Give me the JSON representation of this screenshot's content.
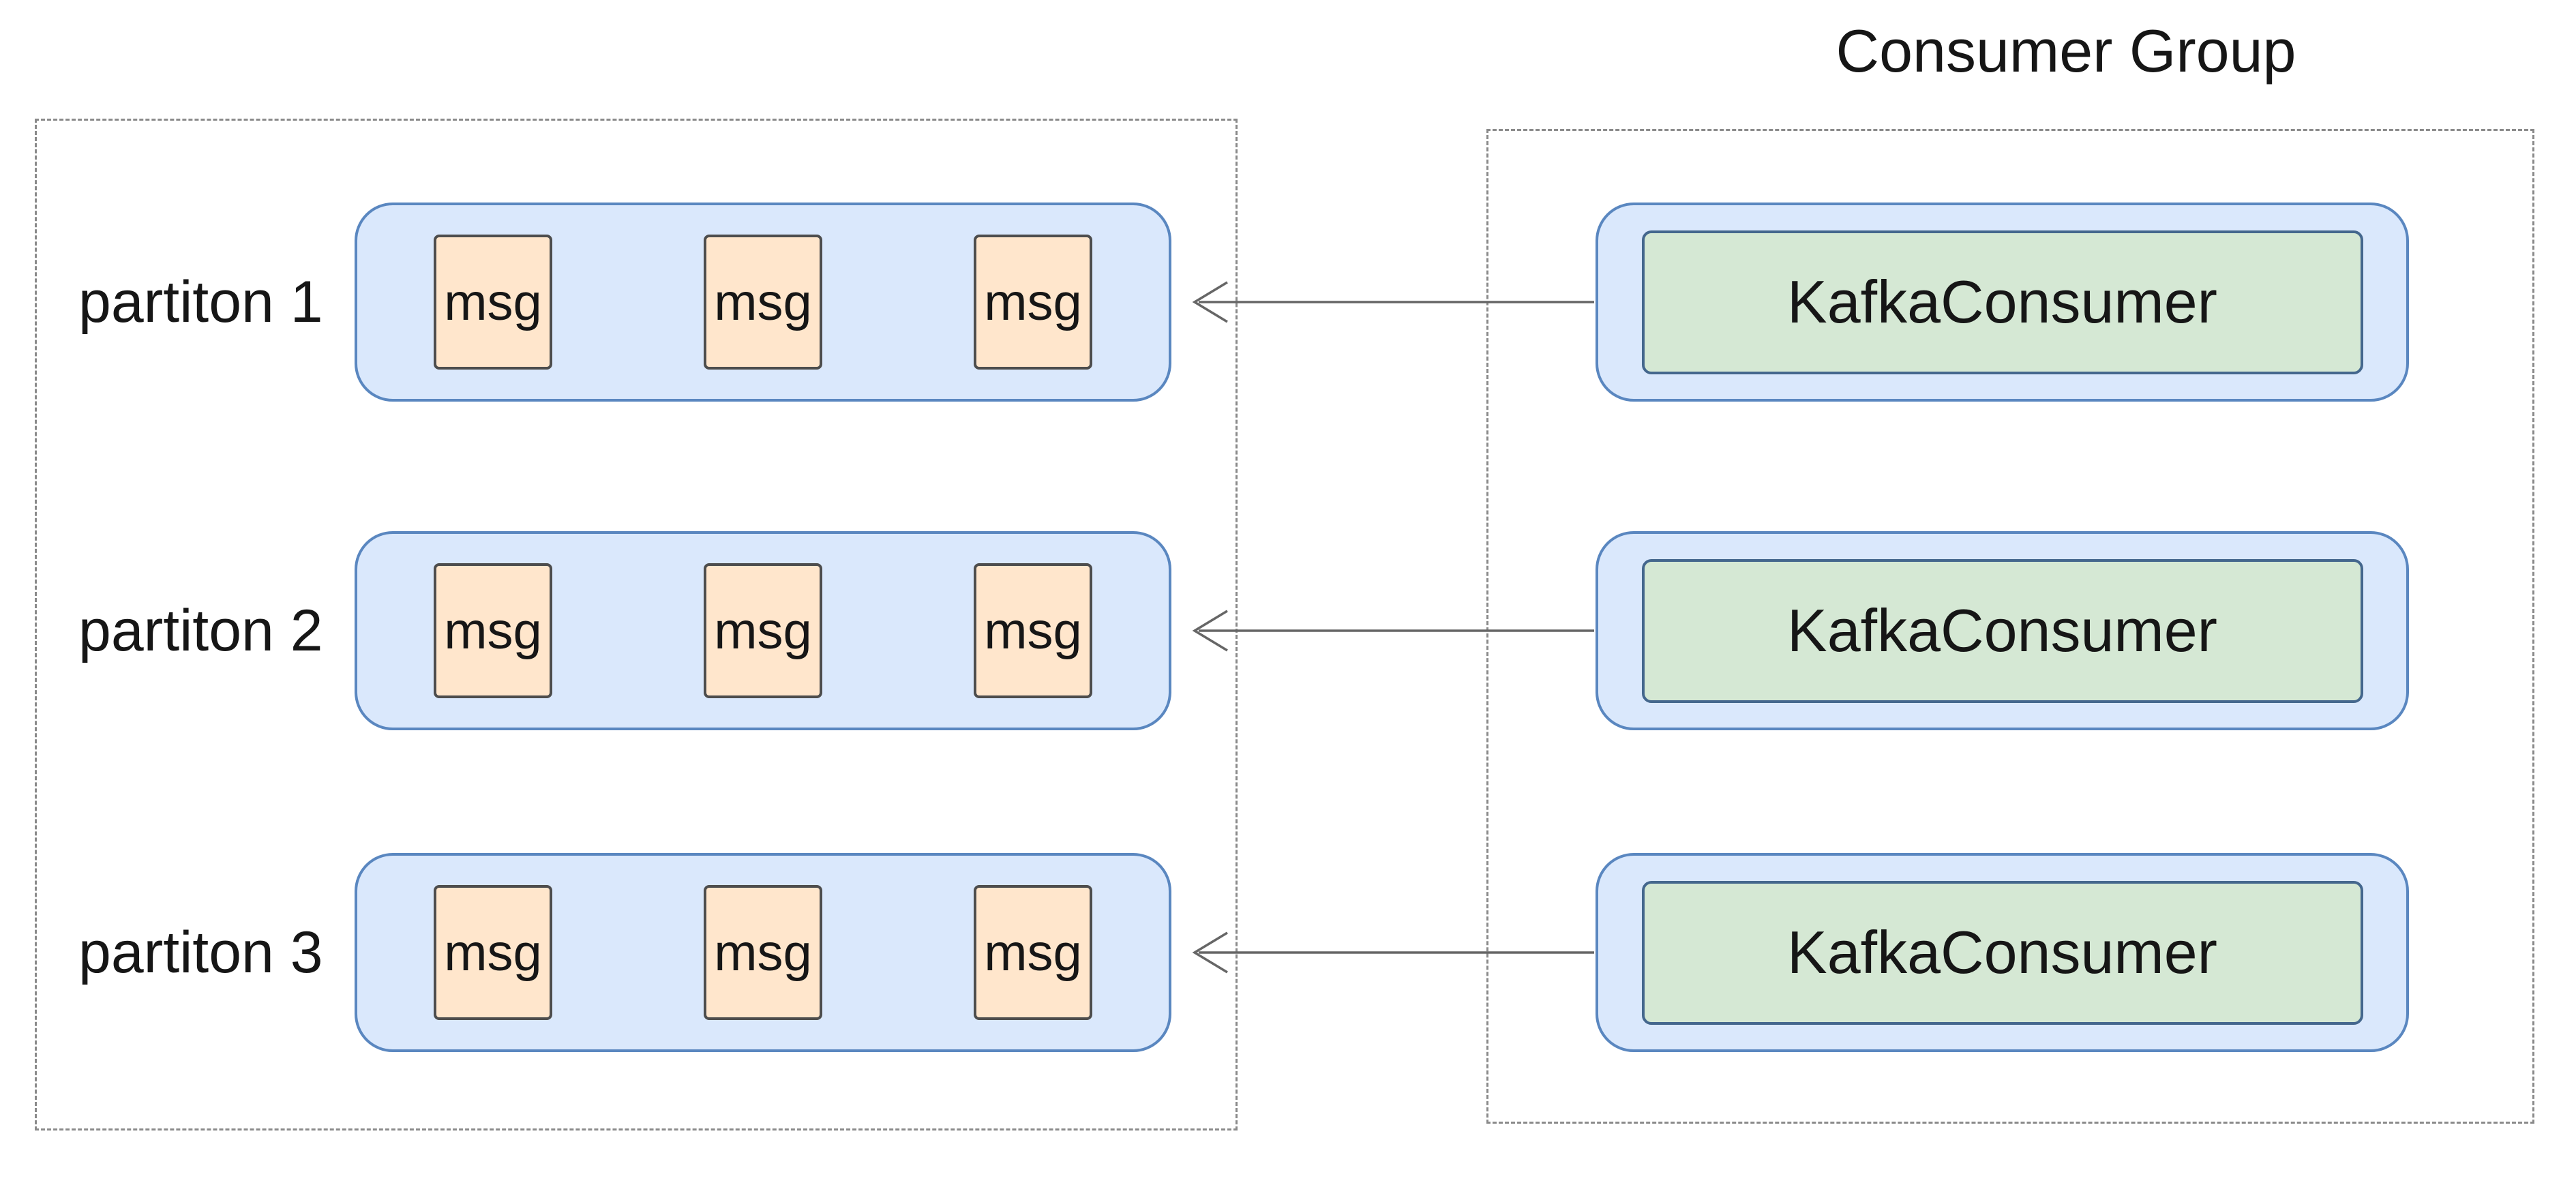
{
  "title": "Consumer Group",
  "partitions": [
    {
      "label": "partiton 1",
      "messages": [
        "msg",
        "msg",
        "msg"
      ]
    },
    {
      "label": "partiton 2",
      "messages": [
        "msg",
        "msg",
        "msg"
      ]
    },
    {
      "label": "partiton 3",
      "messages": [
        "msg",
        "msg",
        "msg"
      ]
    }
  ],
  "consumers": [
    {
      "label": "KafkaConsumer"
    },
    {
      "label": "KafkaConsumer"
    },
    {
      "label": "KafkaConsumer"
    }
  ],
  "colors": {
    "partition_fill": "#dae8fc",
    "partition_stroke": "#5a87c0",
    "msg_fill": "#ffe6cc",
    "msg_stroke": "#4d4d4d",
    "consumer_outer_fill": "#dae8fc",
    "consumer_outer_stroke": "#5a87c0",
    "consumer_inner_fill": "#d5e8d4",
    "consumer_inner_stroke": "#44678d",
    "arrow": "#666666",
    "dashed_border": "#8a8a8a"
  }
}
